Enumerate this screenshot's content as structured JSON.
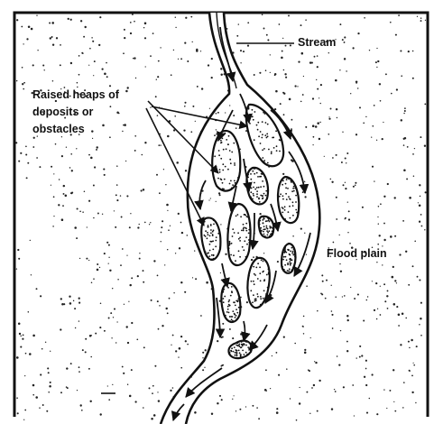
{
  "labels": {
    "stream": "Stream",
    "heaps_line1": "Raised heaps of",
    "heaps_line2": "deposits or",
    "heaps_line3": "obstacles",
    "flood_plain": "Flood plain"
  }
}
